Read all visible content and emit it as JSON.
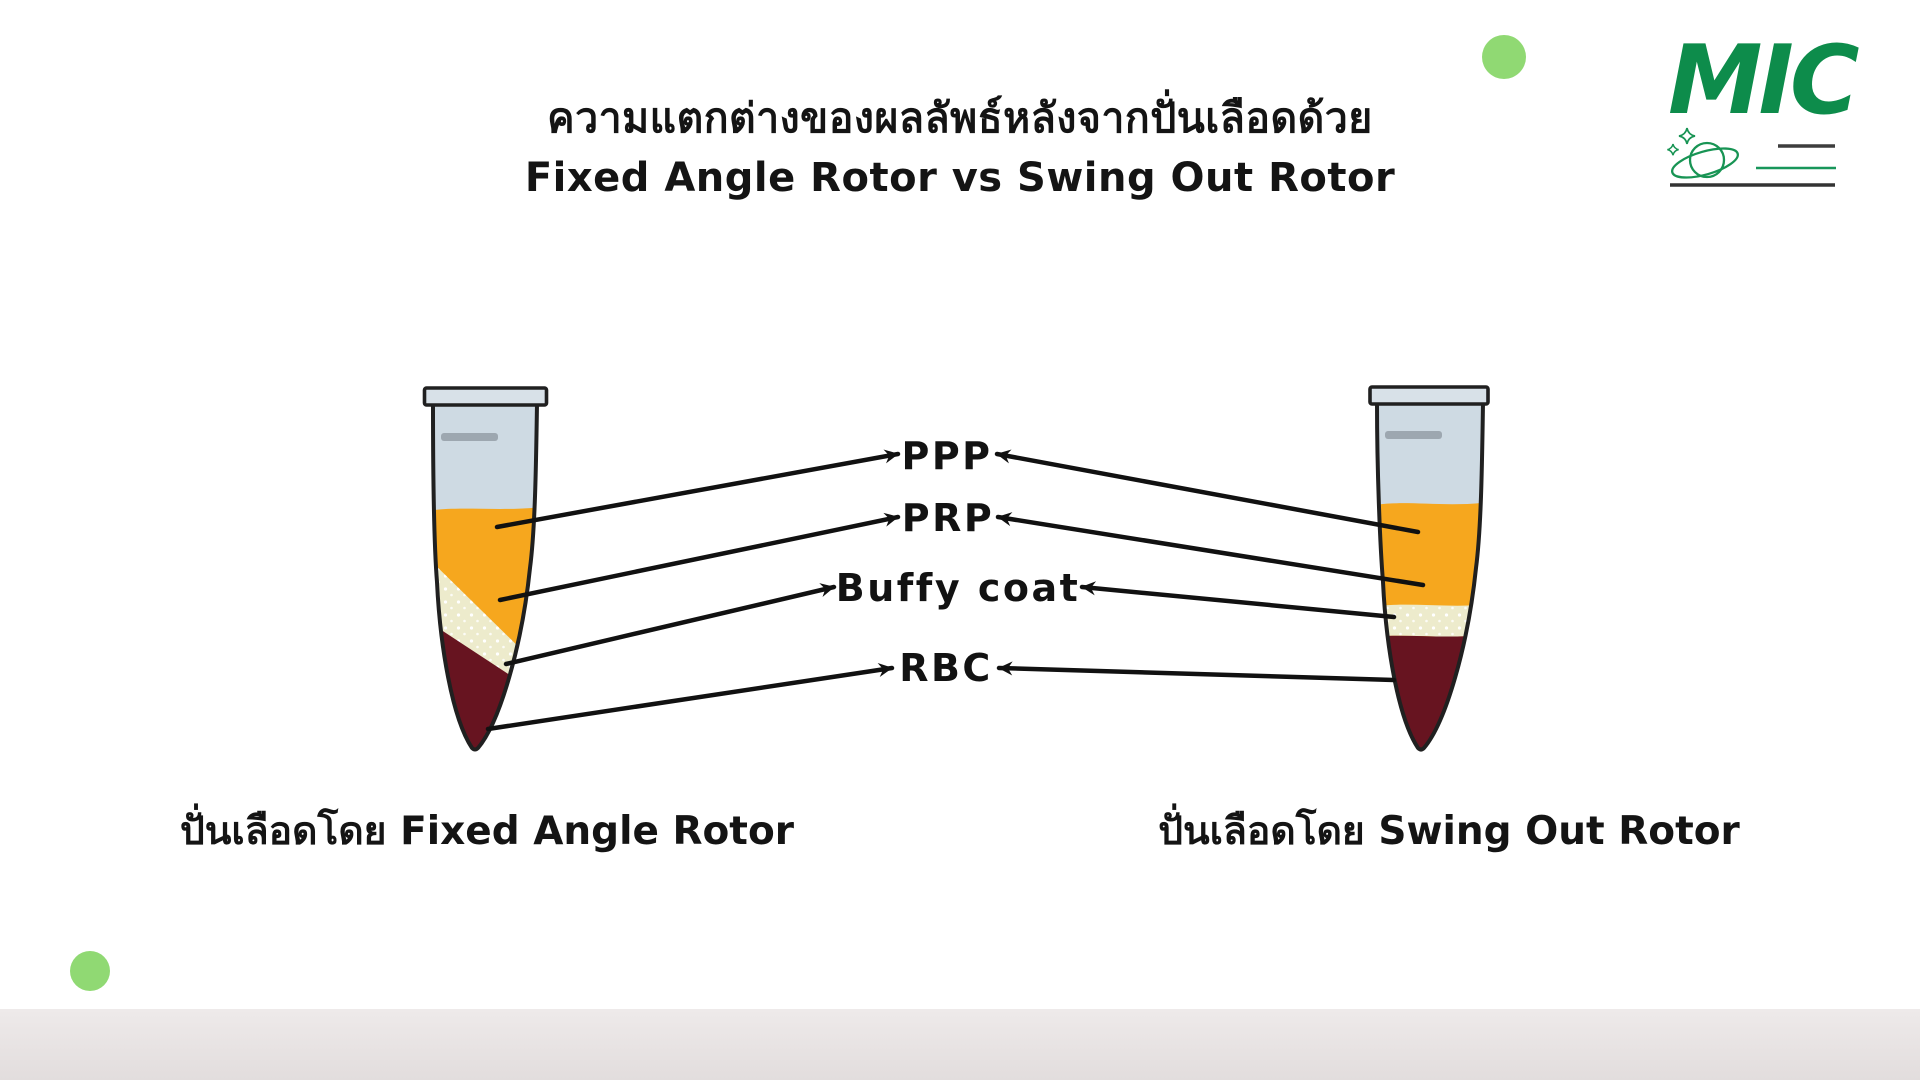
{
  "title": {
    "line1": "ความแตกต่างของผลลัพธ์หลังจากปั่นเลือดด้วย",
    "line2": "Fixed Angle Rotor vs Swing Out Rotor"
  },
  "logo": {
    "text": "MIC"
  },
  "labels": {
    "ppp": "PPP",
    "prp": "PRP",
    "buffy": "Buffy coat",
    "rbc": "RBC"
  },
  "captions": {
    "left": "ปั่นเลือดโดย Fixed Angle Rotor",
    "right": "ปั่นเลือดโดย Swing Out Rotor"
  },
  "diagram": {
    "tubes": [
      {
        "name": "fixed-angle-rotor-tube",
        "layer_orientation": "slanted",
        "layers_top_to_bottom": [
          "plasma (PPP/PRP)",
          "Buffy coat",
          "RBC"
        ]
      },
      {
        "name": "swing-out-rotor-tube",
        "layer_orientation": "horizontal",
        "layers_top_to_bottom": [
          "plasma (PPP/PRP)",
          "Buffy coat",
          "RBC"
        ]
      }
    ],
    "icons": [
      "saturn-icon",
      "star-icon",
      "green-dot"
    ]
  },
  "colors": {
    "accent_green_dot": "#90d973",
    "logo_green": "#0d8c4b",
    "plasma_orange": "#f6a71e",
    "buffy_cream": "#edebcc",
    "rbc_red": "#671420",
    "tube_glass": "#cedae3",
    "tube_cap": "#d8e1e8",
    "outline_black": "#202020",
    "footer_gray": "#eae5e5"
  }
}
